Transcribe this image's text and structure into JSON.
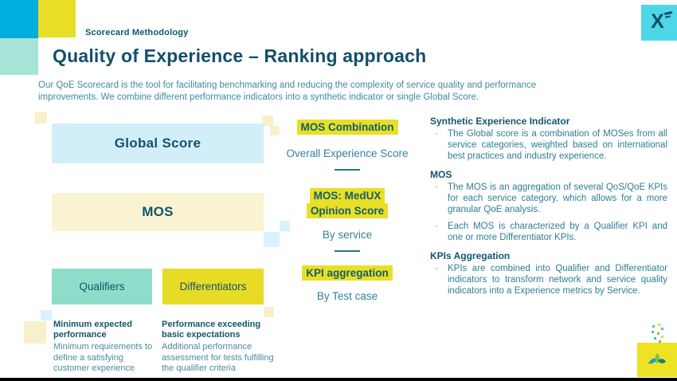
{
  "header": {
    "eyebrow": "Scorecard Methodology",
    "title": "Quality of Experience – Ranking approach",
    "intro": "Our QoE Scorecard is the tool for facilitating benchmarking and reducing the complexity of service quality and performance improvements. We combine different performance indicators into a synthetic indicator or single Global Score."
  },
  "logos": {
    "x_letter": "X"
  },
  "levels": {
    "global_score": "Global Score",
    "mos": "MOS",
    "qualifiers": "Qualifiers",
    "differentiators": "Differentiators"
  },
  "footnotes": {
    "qualifiers": {
      "title": "Minimum expected performance",
      "body": "Minimum requirements to define a satisfying customer experience"
    },
    "differentiators": {
      "title": "Performance exceeding basic expectations",
      "body": "Additional performance assessment for tests fulfilling the qualifier criteria"
    }
  },
  "middle": {
    "rows": [
      {
        "highlight_lines": [
          "MOS Combination"
        ],
        "sub": "Overall Experience Score"
      },
      {
        "highlight_lines": [
          "MOS: MedUX",
          "Opinion Score"
        ],
        "sub": "By service"
      },
      {
        "highlight_lines": [
          "KPI aggregation"
        ],
        "sub": "By Test case"
      }
    ]
  },
  "right_sections": [
    {
      "heading": "Synthetic Experience Indicator",
      "bullets": [
        "The Global score is a combination of MOSes from all service categories, weighted based on international best practices and industry experience."
      ]
    },
    {
      "heading": "MOS",
      "bullets": [
        "The MOS is an aggregation of several QoS/QoE KPIs for each service category, which allows for a more granular QoE analysis.",
        "Each MOS is characterized by a Qualifier KPI and one or more Differentiator KPIs."
      ]
    },
    {
      "heading": "KPIs Aggregation",
      "bullets": [
        "KPIs are combined into Qualifier and Differentiator indicators to transform network and service quality indicators into a Experience metrics by Service."
      ]
    }
  ],
  "colors": {
    "accent_cyan": "#00aedd",
    "accent_yellow": "#e9de26",
    "highlight_yellow": "#e9df25",
    "dark_teal": "#13546c",
    "body_teal": "#2e7e95"
  }
}
